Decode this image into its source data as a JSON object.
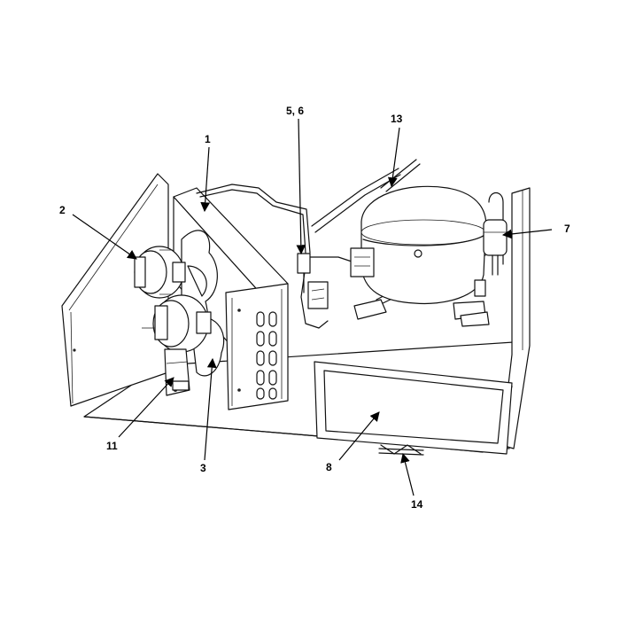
{
  "callouts": [
    {
      "id": "c1",
      "text": "1"
    },
    {
      "id": "c2",
      "text": "2"
    },
    {
      "id": "c3",
      "text": "3"
    },
    {
      "id": "c56",
      "text": "5, 6"
    },
    {
      "id": "c7",
      "text": "7"
    },
    {
      "id": "c8",
      "text": "8"
    },
    {
      "id": "c11",
      "text": "11"
    },
    {
      "id": "c13",
      "text": "13"
    },
    {
      "id": "c14",
      "text": "14"
    }
  ]
}
